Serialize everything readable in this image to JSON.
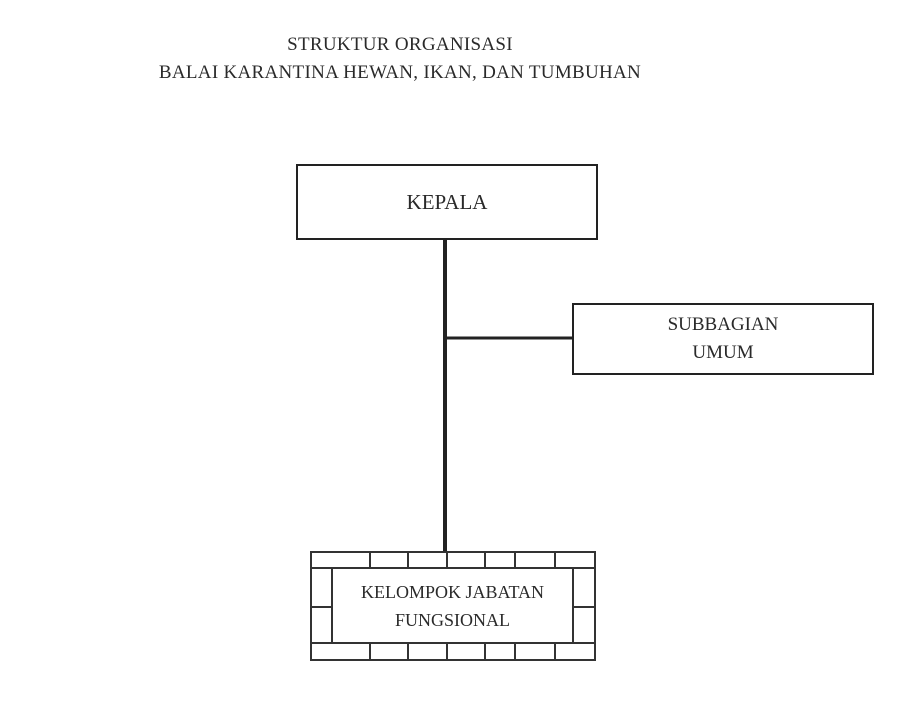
{
  "title": {
    "line1": "STRUKTUR ORGANISASI",
    "line2": "BALAI KARANTINA HEWAN, IKAN, DAN TUMBUHAN"
  },
  "nodes": {
    "head": {
      "label": "KEPALA"
    },
    "general_subdivision": {
      "line1": "SUBBAGIAN",
      "line2": "UMUM"
    },
    "functional_group": {
      "line1": "KELOMPOK JABATAN",
      "line2": "FUNGSIONAL"
    }
  }
}
